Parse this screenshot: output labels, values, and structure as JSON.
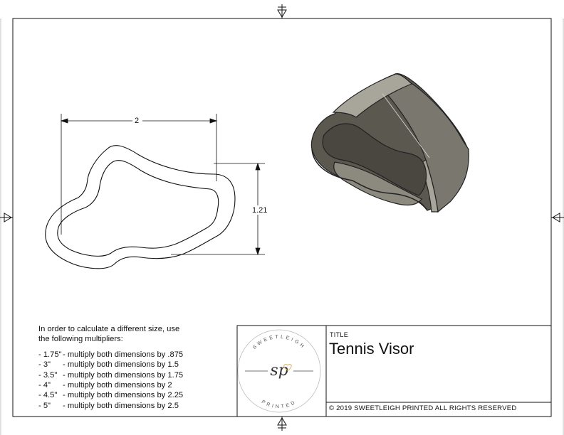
{
  "drawing": {
    "dimension_width": "2",
    "dimension_height": "1.21"
  },
  "notes": {
    "intro_line1": "In order to calculate a different size, use",
    "intro_line2": "the following multipliers:",
    "rows": [
      {
        "size": "- 1.75\"",
        "text": "- multiply both dimensions by .875"
      },
      {
        "size": "- 3\"",
        "text": "- multiply both dimensions by 1.5"
      },
      {
        "size": "- 3.5\"",
        "text": "- multiply both dimensions by 1.75"
      },
      {
        "size": "- 4\"",
        "text": "- multiply both dimensions by 2"
      },
      {
        "size": "- 4.5\"",
        "text": "- multiply both dimensions by 2.25"
      },
      {
        "size": "- 5\"",
        "text": "- multiply both dimensions by 2.5"
      }
    ]
  },
  "title_block": {
    "title_label": "TITLE",
    "title": "Tennis Visor",
    "copyright": "© 2019  SWEETLEIGH PRINTED  ALL RIGHTS RESERVED"
  },
  "logo": {
    "monogram": "sp",
    "top_arc": "SWEETLEIGH",
    "bottom_arc": "PRINTED"
  },
  "colors": {
    "line": "#111111",
    "model_dark": "#5b5850",
    "model_mid": "#7a776e",
    "model_light": "#a8a59b",
    "logo_gold": "#d9b56a"
  }
}
